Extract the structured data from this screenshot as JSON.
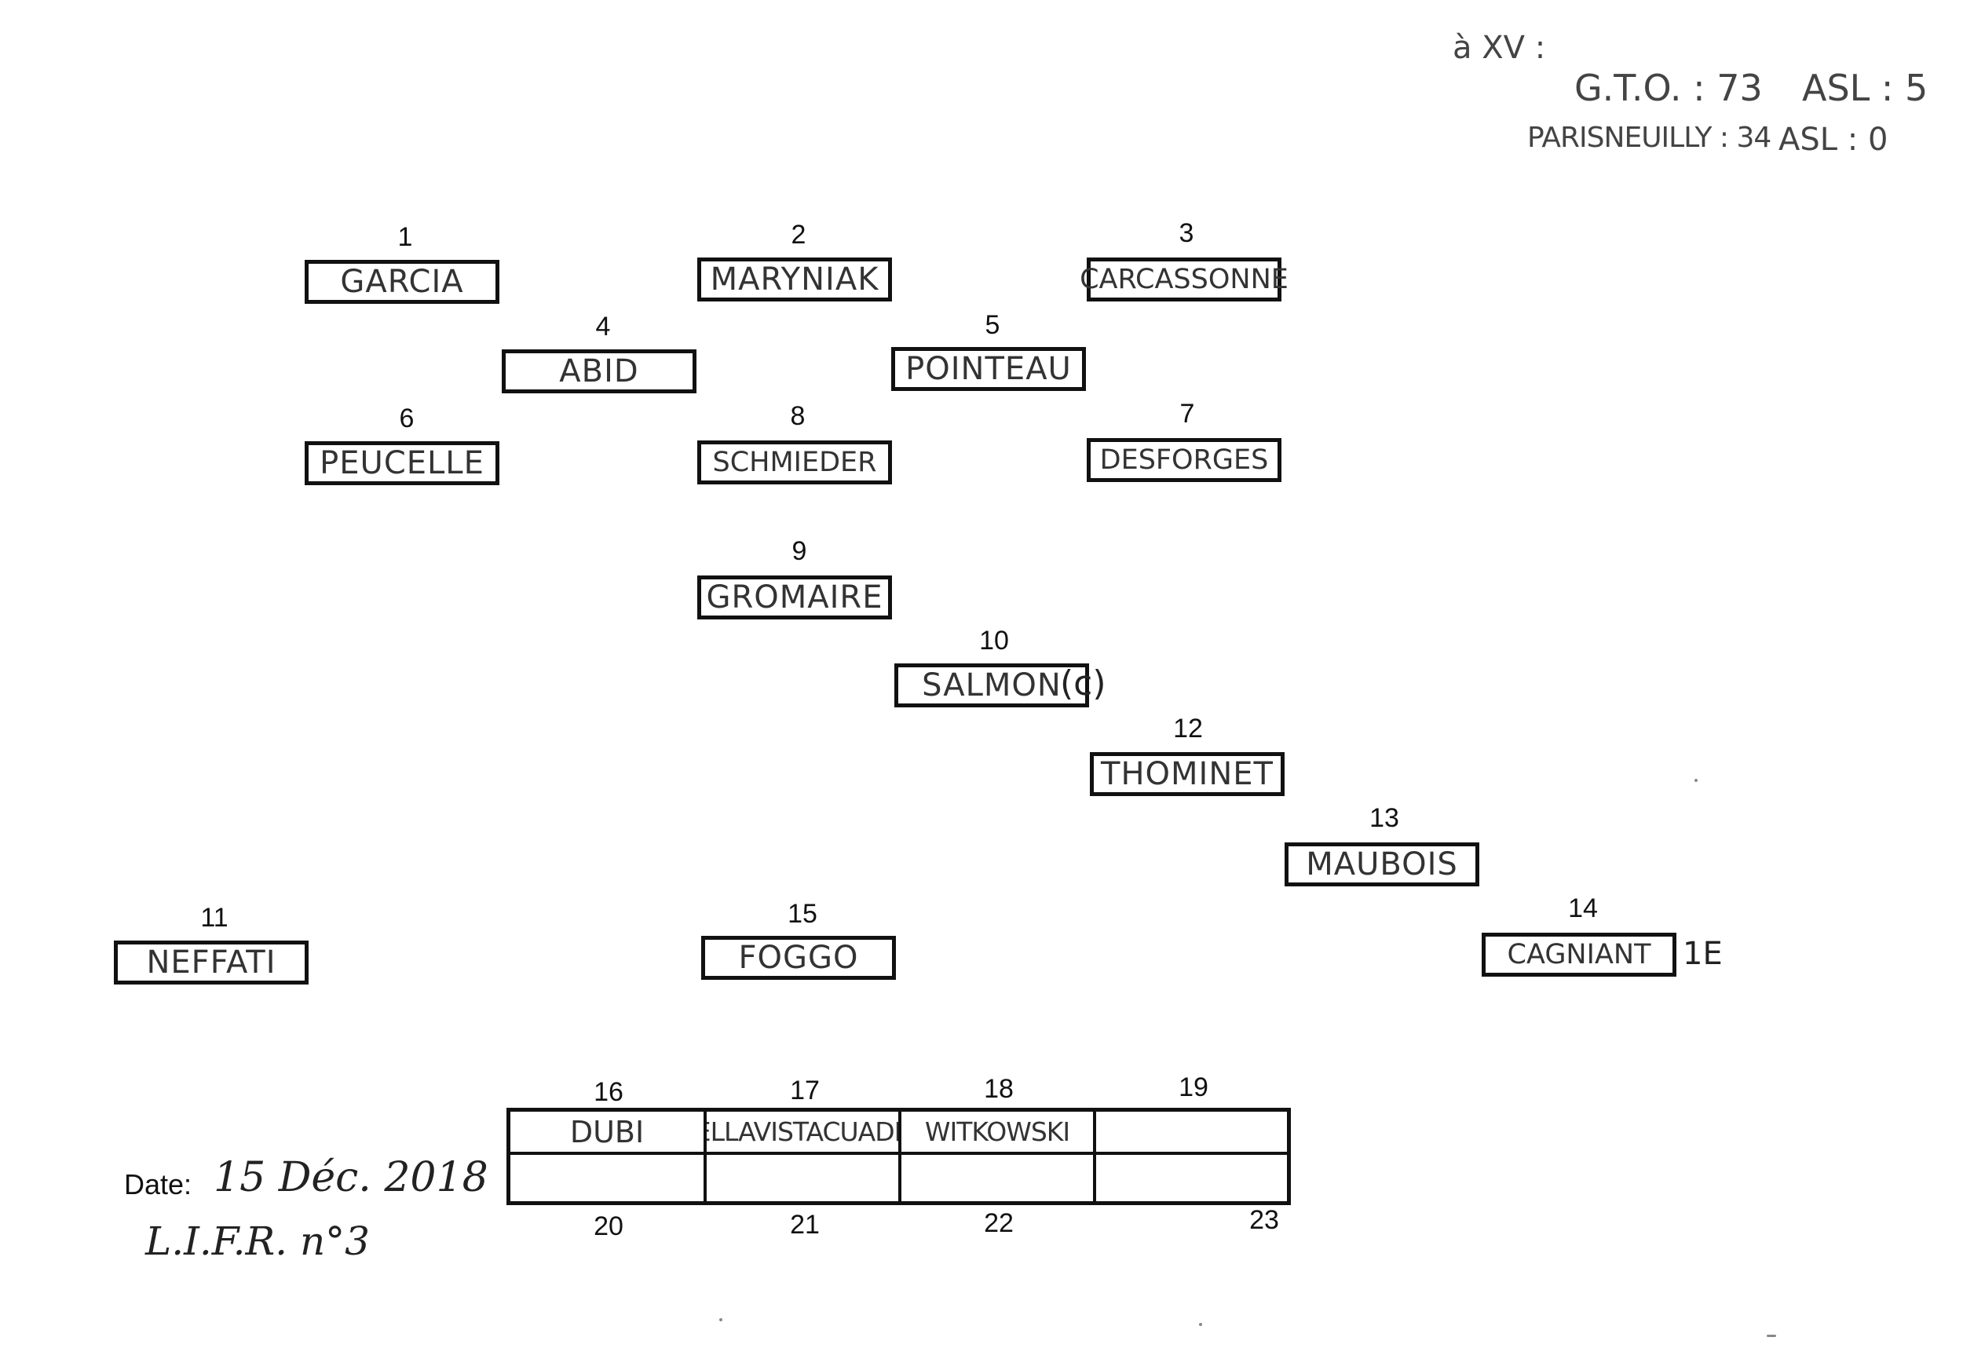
{
  "score": {
    "prefix": "à XV :",
    "line1_team": "G.T.O. : 73",
    "line1_asl": "ASL : 5",
    "line2_team": "PARISNEUILLY : 34",
    "line2_asl": "ASL : 0"
  },
  "players": [
    {
      "number": "1",
      "name": "GARCIA"
    },
    {
      "number": "2",
      "name": "MARYNIAK"
    },
    {
      "number": "3",
      "name": "CARCASSONNE"
    },
    {
      "number": "4",
      "name": "ABID"
    },
    {
      "number": "5",
      "name": "POINTEAU"
    },
    {
      "number": "6",
      "name": "PEUCELLE"
    },
    {
      "number": "8",
      "name": "SCHMIEDER"
    },
    {
      "number": "7",
      "name": "DESFORGES"
    },
    {
      "number": "9",
      "name": "GROMAIRE"
    },
    {
      "number": "10",
      "name": "SALMON"
    },
    {
      "number": "12",
      "name": "THOMINET"
    },
    {
      "number": "13",
      "name": "MAUBOIS"
    },
    {
      "number": "11",
      "name": "NEFFATI"
    },
    {
      "number": "15",
      "name": "FOGGO"
    },
    {
      "number": "14",
      "name": "CAGNIANT"
    }
  ],
  "captain_mark": "(c)",
  "extra_mark_14": "1E",
  "bench": {
    "top_numbers": [
      "16",
      "17",
      "18",
      "19"
    ],
    "bottom_numbers": [
      "20",
      "21",
      "22",
      "23"
    ],
    "top_names": [
      "DUBI",
      "BELLAVISTACUADRA",
      "WITKOWSKI",
      ""
    ],
    "bottom_names": [
      "",
      "",
      "",
      ""
    ]
  },
  "footer": {
    "date_label": "Date:",
    "date_value": "15 Déc. 2018",
    "league": "L.I.F.R. n°3"
  }
}
